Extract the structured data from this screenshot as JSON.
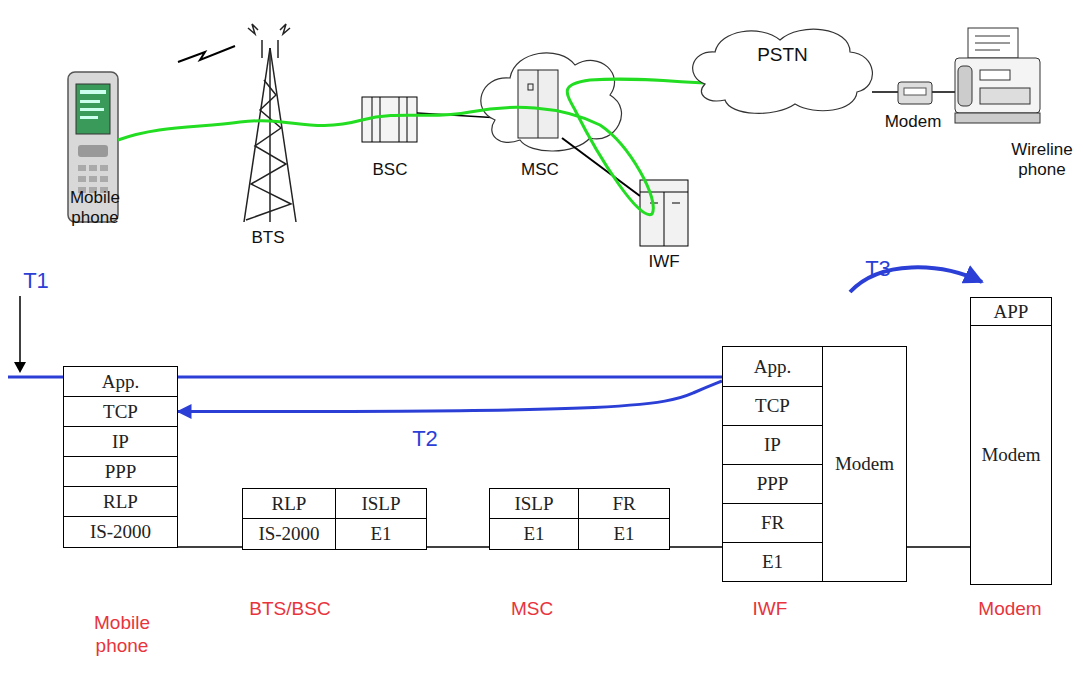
{
  "diagram": {
    "nodes": [
      {
        "text": [
          "PSTN"
        ]
      },
      {
        "text": [
          "App."
        ]
      },
      {
        "text": [
          "TCP"
        ]
      },
      {
        "text": [
          "IP"
        ]
      },
      {
        "text": [
          "PPP"
        ]
      },
      {
        "text": [
          "RLP"
        ]
      },
      {
        "text": [
          "IS-2000"
        ]
      },
      {
        "text": [
          "RLP"
        ]
      },
      {
        "text": [
          "ISLP"
        ]
      },
      {
        "text": [
          "IS-2000"
        ]
      },
      {
        "text": [
          "E1"
        ]
      },
      {
        "text": [
          "ISLP"
        ]
      },
      {
        "text": [
          "FR"
        ]
      },
      {
        "text": [
          "E1"
        ]
      },
      {
        "text": [
          "E1"
        ]
      },
      {
        "text": [
          "App."
        ]
      },
      {
        "text": [
          "TCP"
        ]
      },
      {
        "text": [
          "IP"
        ]
      },
      {
        "text": [
          "PPP"
        ]
      },
      {
        "text": [
          "FR"
        ]
      },
      {
        "text": [
          "E1"
        ]
      },
      {
        "text": [
          "Modem"
        ]
      },
      {
        "text": [
          "APP"
        ]
      },
      {
        "text": [
          "Modem"
        ]
      }
    ],
    "edges": [
      {
        "from": 6,
        "to": 9,
        "arrow": "none"
      },
      {
        "from": 10,
        "to": 13,
        "arrow": "none"
      },
      {
        "from": 14,
        "to": 20,
        "arrow": "none"
      },
      {
        "from": 21,
        "to": 23,
        "arrow": "none"
      },
      {
        "from": 1,
        "to": 15,
        "arrow": "none"
      },
      {
        "from": 15,
        "to": 2,
        "label": "T2",
        "arrow": "to"
      }
    ],
    "labels": [
      "Mobile phone",
      "BTS",
      "BSC",
      "MSC",
      "IWF",
      "Modem",
      "Wireline phone",
      "T1",
      "T3",
      "Mobile phone",
      "BTS/BSC",
      "MSC",
      "IWF",
      "Modem"
    ]
  }
}
